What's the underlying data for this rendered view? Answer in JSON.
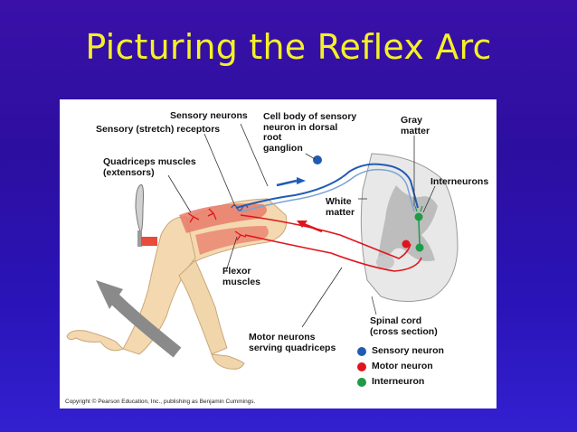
{
  "title": "Picturing the Reflex Arc",
  "labels": {
    "sensory_neurons": "Sensory neurons",
    "sensory_receptors": "Sensory (stretch) receptors",
    "cell_body": "Cell body of sensory\nneuron in dorsal\nroot\nganglion",
    "gray_matter": "Gray\nmatter",
    "quadriceps": "Quadriceps muscles\n(extensors)",
    "interneurons": "Interneurons",
    "white_matter": "White\nmatter",
    "flexor": "Flexor\nmuscles",
    "spinal_cord": "Spinal cord\n(cross section)",
    "motor_neurons": "Motor neurons\nserving quadriceps"
  },
  "legend": [
    {
      "label": "Sensory neuron",
      "color": "#1f5bb5"
    },
    {
      "label": "Motor neuron",
      "color": "#e0141c"
    },
    {
      "label": "Interneuron",
      "color": "#1e9a48"
    }
  ],
  "copyright": "Copyright © Pearson Education, Inc., publishing as Benjamin Cummings.",
  "colors": {
    "sensory": "#1f5bb5",
    "motor": "#e0141c",
    "interneuron": "#1e9a48",
    "title": "#f4f028"
  }
}
